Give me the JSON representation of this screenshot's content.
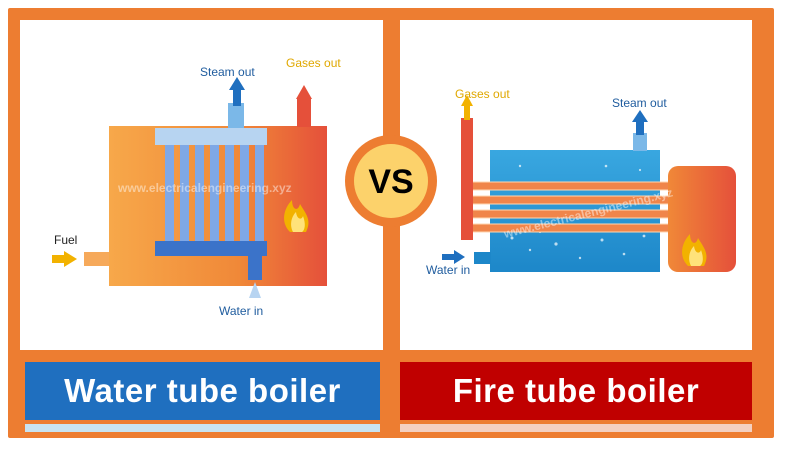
{
  "water_tube": {
    "title": "Water tube boiler",
    "labels": {
      "steam_out": "Steam out",
      "gases_out": "Gases out",
      "fuel": "Fuel",
      "water_in": "Water in"
    }
  },
  "fire_tube": {
    "title": "Fire tube boiler",
    "labels": {
      "gases_out": "Gases out",
      "steam_out": "Steam out",
      "water_in": "Water in"
    }
  },
  "vs": "VS",
  "watermark": "www.electricalengineering.xyz",
  "colors": {
    "frame": "#ed7d31",
    "water_banner": "#1f6fbf",
    "fire_banner": "#c00000",
    "vs_circle": "#fcd26b",
    "label_blue": "#1f5c9e",
    "label_gold": "#e0a800"
  }
}
